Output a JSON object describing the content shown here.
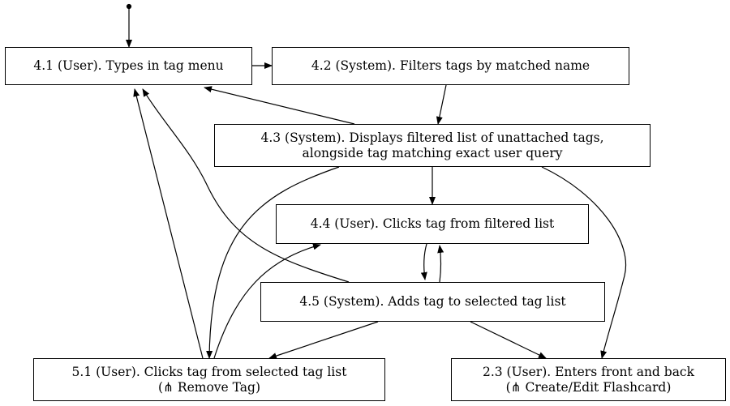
{
  "diagram": {
    "nodes": [
      {
        "id": "n41",
        "lines": [
          "4.1 (User). Types in tag menu"
        ]
      },
      {
        "id": "n42",
        "lines": [
          "4.2 (System). Filters tags by matched name"
        ]
      },
      {
        "id": "n43",
        "lines": [
          "4.3 (System). Displays filtered list of unattached tags,",
          "alongside tag matching exact user query"
        ]
      },
      {
        "id": "n44",
        "lines": [
          "4.4 (User). Clicks tag from filtered list"
        ]
      },
      {
        "id": "n45",
        "lines": [
          "4.5 (System). Adds tag to selected tag list"
        ]
      },
      {
        "id": "n51",
        "lines": [
          "5.1 (User). Clicks tag from selected tag list",
          "(⋔ Remove Tag)"
        ]
      },
      {
        "id": "n23",
        "lines": [
          "2.3 (User). Enters front and back",
          "(⋔ Create/Edit Flashcard)"
        ]
      }
    ],
    "edges": [
      {
        "from": "start",
        "to": "n41"
      },
      {
        "from": "n41",
        "to": "n42"
      },
      {
        "from": "n42",
        "to": "n43"
      },
      {
        "from": "n43",
        "to": "n41"
      },
      {
        "from": "n43",
        "to": "n44"
      },
      {
        "from": "n43",
        "to": "n51"
      },
      {
        "from": "n43",
        "to": "n23"
      },
      {
        "from": "n44",
        "to": "n45"
      },
      {
        "from": "n45",
        "to": "n44"
      },
      {
        "from": "n45",
        "to": "n41"
      },
      {
        "from": "n45",
        "to": "n51"
      },
      {
        "from": "n45",
        "to": "n23"
      },
      {
        "from": "n51",
        "to": "n41"
      },
      {
        "from": "n51",
        "to": "n44"
      }
    ]
  }
}
